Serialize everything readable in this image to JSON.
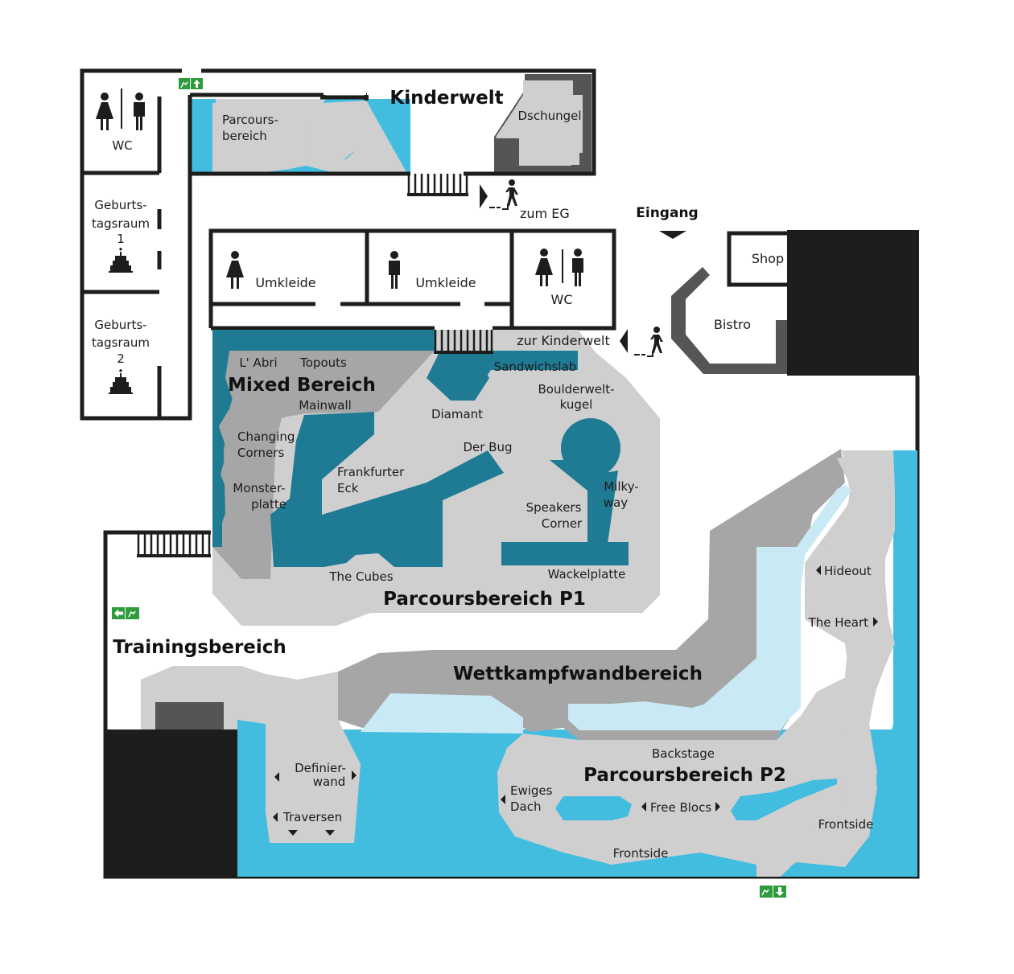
{
  "colors": {
    "wall": "#1d1d1b",
    "gray_light": "#cfcfcf",
    "gray_mid": "#a6a6a6",
    "gray_dark": "#555555",
    "blue_teal": "#1f7a93",
    "blue_bright": "#42bde0",
    "blue_pale": "#c9e9f5",
    "exit_green": "#2e9b3c"
  },
  "labels": {
    "kinderwelt": "Kinderwelt",
    "parcours_bereich_1": "Parcours-",
    "parcours_bereich_2": "bereich",
    "dschungel": "Dschungel",
    "wc_top": "WC",
    "geburtstagsraum1": [
      "Geburts-",
      "tagsraum",
      "1"
    ],
    "geburtstagsraum2": [
      "Geburts-",
      "tagsraum",
      "2"
    ],
    "zum_eg": "zum EG",
    "eingang": "Eingang",
    "shop": "Shop",
    "bistro": "Bistro",
    "umkleide": "Umkleide",
    "wc_mid": "WC",
    "zur_kinderwelt": "zur Kinderwelt",
    "l_abri": "L' Abri",
    "topouts": "Topouts",
    "mixed_bereich": "Mixed Bereich",
    "mainwall": "Mainwall",
    "sandwichslab": "Sandwichslab",
    "diamant": "Diamant",
    "boulderweltkugel_1": "Boulderwelt-",
    "boulderweltkugel_2": "kugel",
    "changing_1": "Changing",
    "changing_2": "Corners",
    "frankfurter_1": "Frankfurter",
    "frankfurter_2": "Eck",
    "der_bug": "Der Bug",
    "monster_1": "Monster-",
    "monster_2": "platte",
    "speakers_1": "Speakers",
    "speakers_2": "Corner",
    "milky_1": "Milky-",
    "milky_2": "way",
    "the_cubes": "The Cubes",
    "wackelplatte": "Wackelplatte",
    "parcours_p1": "Parcoursbereich P1",
    "trainingsbereich": "Trainingsbereich",
    "wettkampf": "Wettkampfwandbereich",
    "hideout": "Hideout",
    "the_heart": "The Heart",
    "backstage": "Backstage",
    "parcours_p2": "Parcoursbereich P2",
    "definier_1": "Definier-",
    "definier_2": "wand",
    "traversen": "Traversen",
    "ewiges_1": "Ewiges",
    "ewiges_2": "Dach",
    "free_blocs": "Free Blocs",
    "frontside_right": "Frontside",
    "frontside_bottom": "Frontside"
  },
  "icons": [
    "female-icon",
    "male-icon",
    "cake-icon",
    "stairs-walker-icon",
    "emergency-exit-icon",
    "arrow-up-icon",
    "arrow-left-icon",
    "arrow-down-icon",
    "triangle-pointer-icon"
  ]
}
